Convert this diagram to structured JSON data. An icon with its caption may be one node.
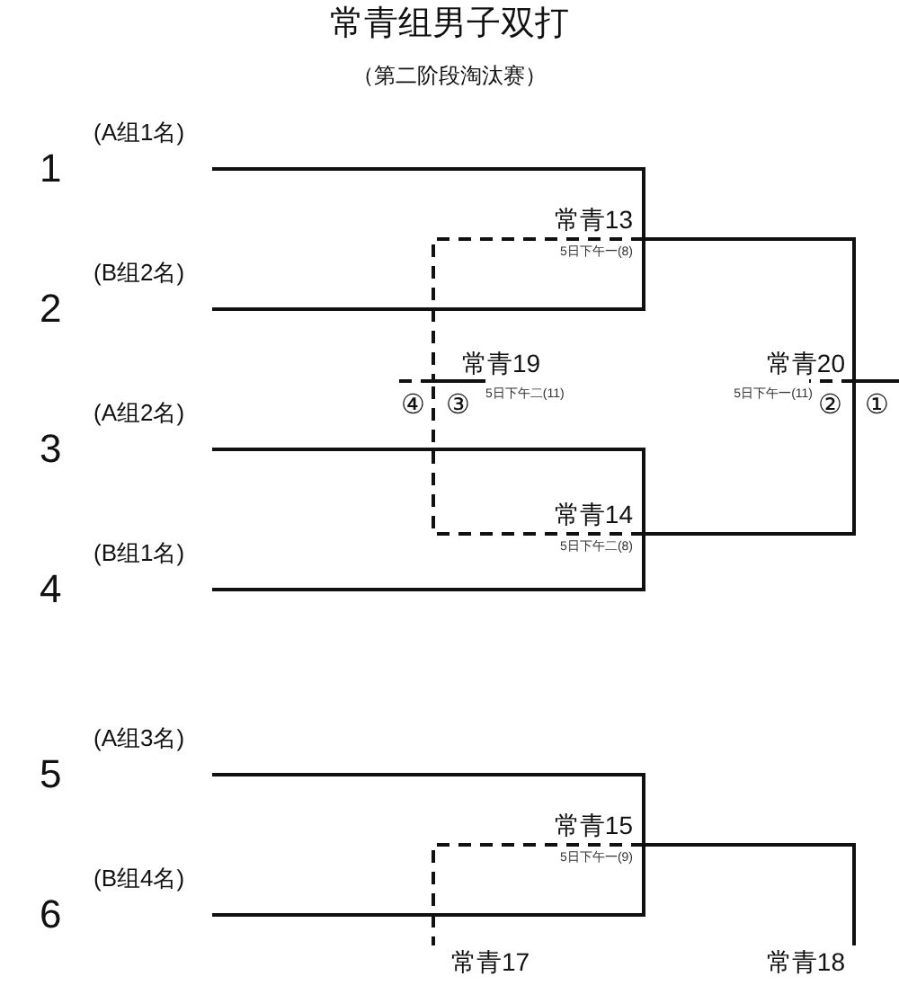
{
  "diagram": {
    "title": "常青组男子双打",
    "nodes": [
      {
        "text": [
          "(A组1名)",
          "1"
        ]
      },
      {
        "text": [
          "常青13",
          "5日下午一(8)"
        ]
      },
      {
        "text": [
          "(B组2名)",
          "2"
        ]
      },
      {
        "text": [
          "常青19",
          "5日下午二(11)"
        ]
      },
      {
        "text": [
          "常青20",
          "5日下午一(11)"
        ]
      },
      {
        "text": [
          "(A组2名)",
          "3"
        ]
      },
      {
        "text": [
          "常青14",
          "5日下午二(8)"
        ]
      },
      {
        "text": [
          "(B组1名)",
          "4"
        ]
      },
      {
        "text": [
          "(A组3名)",
          "5"
        ]
      },
      {
        "text": [
          "常青15",
          "5日下午一(9)"
        ]
      },
      {
        "text": [
          "(B组4名)",
          "6"
        ]
      },
      {
        "text": [
          "常青17"
        ]
      },
      {
        "text": [
          "常青18"
        ]
      }
    ],
    "edges": [
      {
        "from": 0,
        "to": 1,
        "arrow": "none"
      },
      {
        "from": 2,
        "to": 1,
        "arrow": "none"
      },
      {
        "from": 5,
        "to": 6,
        "arrow": "none"
      },
      {
        "from": 7,
        "to": 6,
        "arrow": "none"
      },
      {
        "from": 8,
        "to": 9,
        "arrow": "none"
      },
      {
        "from": 10,
        "to": 9,
        "arrow": "none"
      },
      {
        "from": 1,
        "to": 4,
        "arrow": "none"
      },
      {
        "from": 6,
        "to": 4,
        "arrow": "none"
      },
      {
        "from": 1,
        "to": 3,
        "arrow": "none",
        "style": "dashed"
      },
      {
        "from": 6,
        "to": 3,
        "arrow": "none",
        "style": "dashed"
      },
      {
        "from": 3,
        "to": null,
        "arrow": "none"
      },
      {
        "from": 3,
        "to": null,
        "arrow": "none",
        "style": "dashed"
      },
      {
        "from": 4,
        "to": null,
        "arrow": "none"
      },
      {
        "from": 4,
        "to": null,
        "arrow": "none",
        "style": "dashed"
      },
      {
        "from": 9,
        "to": 12,
        "arrow": "none"
      },
      {
        "from": 9,
        "to": 11,
        "arrow": "none",
        "style": "dashed"
      }
    ],
    "labels": [
      "（第二阶段淘汰赛）",
      "④",
      "③",
      "②",
      "①"
    ]
  }
}
